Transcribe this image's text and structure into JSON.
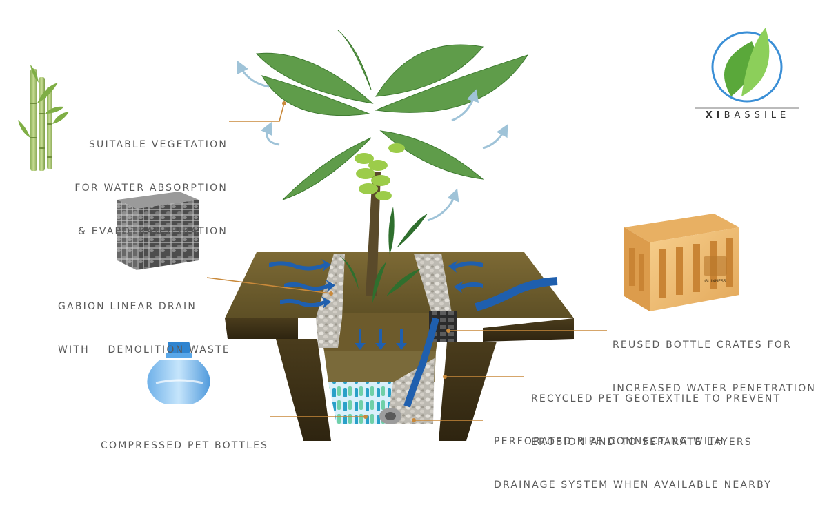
{
  "labels": {
    "vegetation": [
      "SUITABLE VEGETATION",
      "FOR WATER ABSORPTION",
      "& EVAPOTRANSPIRATION"
    ],
    "gabion": [
      "GABION LINEAR DRAIN",
      "WITH    DEMOLITION WASTE"
    ],
    "crates": [
      "REUSED BOTTLE CRATES FOR",
      "INCREASED WATER PENETRATION"
    ],
    "geotextile": [
      "RECYCLED PET GEOTEXTILE TO PREVENT",
      "EROSION AND TO SEPARATE LAYERS"
    ],
    "pipe": [
      "PERFORATED PIPE CONNECTING WITH",
      "DRAINAGE SYSTEM WHEN AVAILABLE NEARBY"
    ],
    "bottles": [
      "COMPRESSED PET BOTTLES"
    ]
  },
  "logo": {
    "text_bold": "XI",
    "text_rest": "BASSILE"
  },
  "crate_brand": "GUINNESS",
  "colors": {
    "leader": "#c9893a",
    "water": "#1f5fae",
    "arrow_air": "#9fc3d8",
    "soil": "#6b5a2e",
    "leaf": "#4f9a3c",
    "crate": "#f2c27a",
    "logo_ring": "#3b8fd6"
  }
}
